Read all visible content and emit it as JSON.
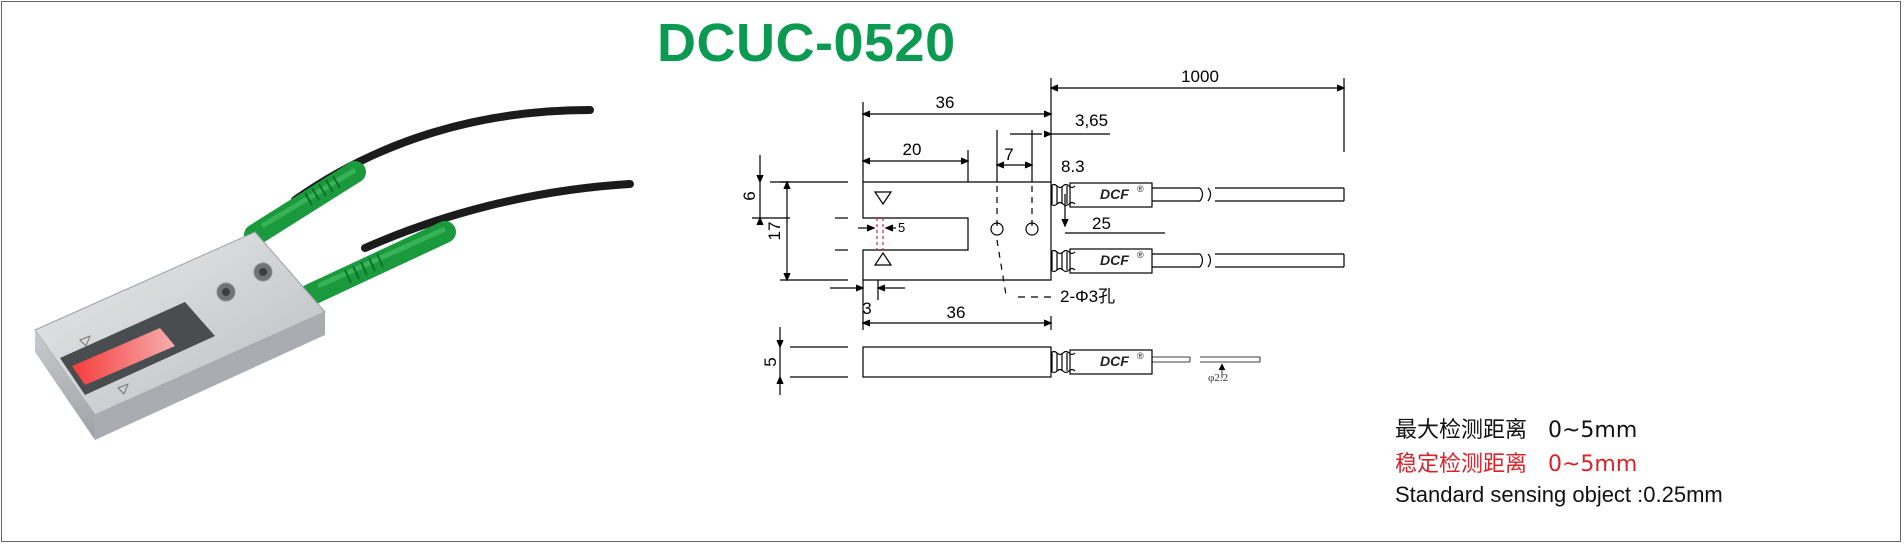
{
  "title": "DCUC-0520",
  "drawing": {
    "dim_total_width": "36",
    "dim_bottom_width": "36",
    "dim_slot_depth": "20",
    "dim_hole_spacing": "7",
    "dim_offset": "3,65",
    "dim_cable_length": "1000",
    "dim_height_top": "6",
    "dim_height_total": "17",
    "dim_slot_width": "5",
    "dim_left_offset": "3",
    "dim_side_height": "5",
    "dim_fiber_sep": "8.3",
    "dim_sleeve_length": "25",
    "hole_note": "2-Φ3孔",
    "brand": "DCF",
    "diameter_note": "φ2.2"
  },
  "specs": {
    "line1": "最大检测距离   0~5mm",
    "line2": "稳定检测距离   0~5mm",
    "line3": "Standard sensing object :0.25mm"
  },
  "colors": {
    "title": "#0c9a53",
    "warning": "#d8232a",
    "sleeve_green": "#1a9a3c"
  }
}
